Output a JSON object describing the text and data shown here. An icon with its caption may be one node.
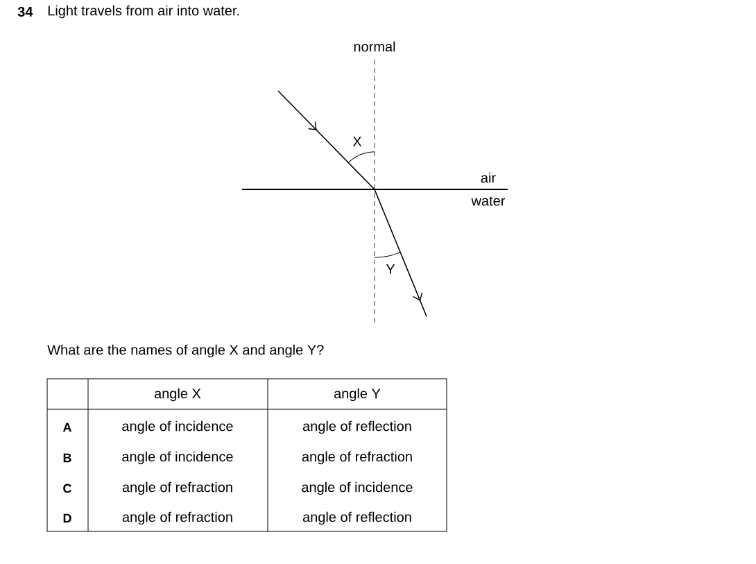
{
  "diagram": {
    "title": "Light travels from air into water.",
    "labels": [
      "34",
      "normal",
      "X",
      "air",
      "water",
      "Y",
      "What are the names of angle X and angle Y?",
      "angle X",
      "angle Y",
      "A",
      "angle of incidence",
      "angle of reflection",
      "B",
      "angle of incidence",
      "angle of refraction",
      "C",
      "angle of refraction",
      "angle of incidence",
      "D",
      "angle of refraction",
      "angle of reflection"
    ]
  }
}
